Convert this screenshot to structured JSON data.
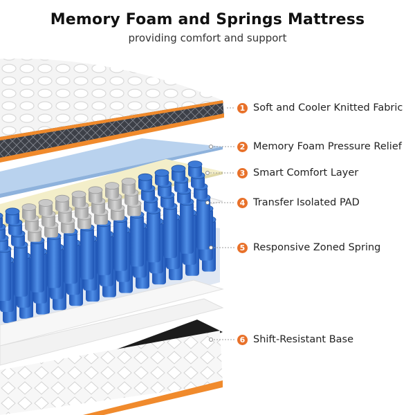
{
  "header": {
    "title": "Memory Foam and Springs Mattress",
    "subtitle": "providing comfort and support"
  },
  "layers": [
    {
      "number": "1",
      "label": "Soft and Cooler Knitted Fabric"
    },
    {
      "number": "2",
      "label": "Memory Foam Pressure Relief"
    },
    {
      "number": "3",
      "label": "Smart Comfort Layer"
    },
    {
      "number": "4",
      "label": "Transfer Isolated PAD"
    },
    {
      "number": "5",
      "label": "Responsive Zoned Spring"
    },
    {
      "number": "6",
      "label": "Shift-Resistant Base"
    }
  ],
  "colors": {
    "accent": "#e8712a",
    "memory_foam": "#b9d2ee",
    "comfort_layer": "#f3eec9",
    "spring_blue": "#2f6fd0",
    "spring_grey": "#b8b8b8"
  }
}
